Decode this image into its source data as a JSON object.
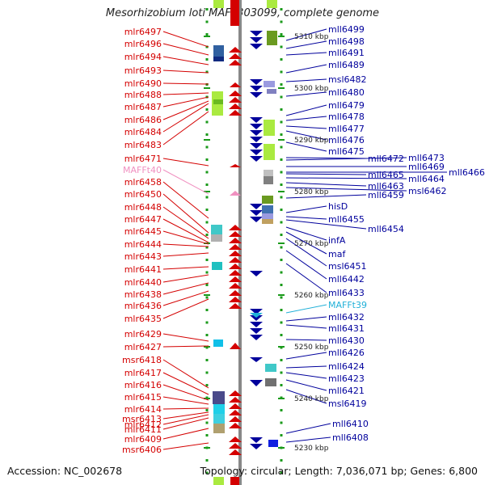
{
  "title": "Mesorhizobium loti MAFF303099, complete genome",
  "accession_text": "Accession: NC_002678",
  "topology_text": "Topology: circular; Length: 7,036,071 bp; Genes: 6,800",
  "colors": {
    "forward_gene": "#d40000",
    "reverse_gene": "#00009c",
    "trna": "#f090c0",
    "trna_reverse": "#20b0d8",
    "axis": "#7f7f7f",
    "tick": "#1a9a1a"
  },
  "scale_labels": [
    "5310 kbp",
    "5300 kbp",
    "5290 kbp",
    "5280 kbp",
    "5270 kbp",
    "5260 kbp",
    "5250 kbp",
    "5240 kbp",
    "5230 kbp"
  ],
  "left_labels": [
    {
      "text": "mlr6497",
      "type": "gene"
    },
    {
      "text": "mlr6496",
      "type": "gene"
    },
    {
      "text": "mlr6494",
      "type": "gene"
    },
    {
      "text": "mlr6493",
      "type": "gene"
    },
    {
      "text": "mlr6490",
      "type": "gene"
    },
    {
      "text": "mlr6488",
      "type": "gene"
    },
    {
      "text": "mlr6487",
      "type": "gene"
    },
    {
      "text": "mlr6486",
      "type": "gene"
    },
    {
      "text": "mlr6484",
      "type": "gene"
    },
    {
      "text": "mlr6483",
      "type": "gene"
    },
    {
      "text": "mlr6471",
      "type": "gene"
    },
    {
      "text": "MAFFt40",
      "type": "trna"
    },
    {
      "text": "mlr6458",
      "type": "gene"
    },
    {
      "text": "mlr6450",
      "type": "gene"
    },
    {
      "text": "mlr6448",
      "type": "gene"
    },
    {
      "text": "mlr6447",
      "type": "gene"
    },
    {
      "text": "mlr6445",
      "type": "gene"
    },
    {
      "text": "mlr6444",
      "type": "gene"
    },
    {
      "text": "mlr6443",
      "type": "gene"
    },
    {
      "text": "mlr6441",
      "type": "gene"
    },
    {
      "text": "mlr6440",
      "type": "gene"
    },
    {
      "text": "mlr6438",
      "type": "gene"
    },
    {
      "text": "mlr6436",
      "type": "gene"
    },
    {
      "text": "mlr6435",
      "type": "gene"
    },
    {
      "text": "mlr6429",
      "type": "gene"
    },
    {
      "text": "mlr6427",
      "type": "gene"
    },
    {
      "text": "msr6418",
      "type": "gene"
    },
    {
      "text": "mlr6417",
      "type": "gene"
    },
    {
      "text": "mlr6416",
      "type": "gene"
    },
    {
      "text": "mlr6415",
      "type": "gene"
    },
    {
      "text": "mlr6414",
      "type": "gene"
    },
    {
      "text": "msr6413",
      "type": "gene"
    },
    {
      "text": "mlr6412",
      "type": "gene"
    },
    {
      "text": "mlr6411",
      "type": "gene"
    },
    {
      "text": "mlr6409",
      "type": "gene"
    },
    {
      "text": "msr6406",
      "type": "gene"
    }
  ],
  "right_labels": [
    {
      "text": "mll6499",
      "type": "gene"
    },
    {
      "text": "mll6498",
      "type": "gene"
    },
    {
      "text": "mll6491",
      "type": "gene"
    },
    {
      "text": "mll6489",
      "type": "gene"
    },
    {
      "text": "msl6482",
      "type": "gene"
    },
    {
      "text": "mll6480",
      "type": "gene"
    },
    {
      "text": "mll6479",
      "type": "gene"
    },
    {
      "text": "mll6478",
      "type": "gene"
    },
    {
      "text": "mll6477",
      "type": "gene"
    },
    {
      "text": "mll6476",
      "type": "gene"
    },
    {
      "text": "mll6475",
      "type": "gene"
    },
    {
      "text": "mll6472",
      "type": "gene"
    },
    {
      "text": "mll6473",
      "type": "gene"
    },
    {
      "text": "mll6469",
      "type": "gene"
    },
    {
      "text": "mll6465",
      "type": "gene"
    },
    {
      "text": "mll6466",
      "type": "gene"
    },
    {
      "text": "mll6464",
      "type": "gene"
    },
    {
      "text": "mll6463",
      "type": "gene"
    },
    {
      "text": "msl6462",
      "type": "gene"
    },
    {
      "text": "mll6459",
      "type": "gene"
    },
    {
      "text": "hisD",
      "type": "gene"
    },
    {
      "text": "mll6455",
      "type": "gene"
    },
    {
      "text": "mll6454",
      "type": "gene"
    },
    {
      "text": "infA",
      "type": "gene"
    },
    {
      "text": "maf",
      "type": "gene"
    },
    {
      "text": "msl6451",
      "type": "gene"
    },
    {
      "text": "mll6442",
      "type": "gene"
    },
    {
      "text": "mll6433",
      "type": "gene"
    },
    {
      "text": "MAFFt39",
      "type": "trna"
    },
    {
      "text": "mll6432",
      "type": "gene"
    },
    {
      "text": "mll6431",
      "type": "gene"
    },
    {
      "text": "mll6430",
      "type": "gene"
    },
    {
      "text": "mll6426",
      "type": "gene"
    },
    {
      "text": "mll6424",
      "type": "gene"
    },
    {
      "text": "mll6423",
      "type": "gene"
    },
    {
      "text": "mll6421",
      "type": "gene"
    },
    {
      "text": "msl6419",
      "type": "gene"
    },
    {
      "text": "mll6410",
      "type": "gene"
    },
    {
      "text": "mll6408",
      "type": "gene"
    }
  ]
}
